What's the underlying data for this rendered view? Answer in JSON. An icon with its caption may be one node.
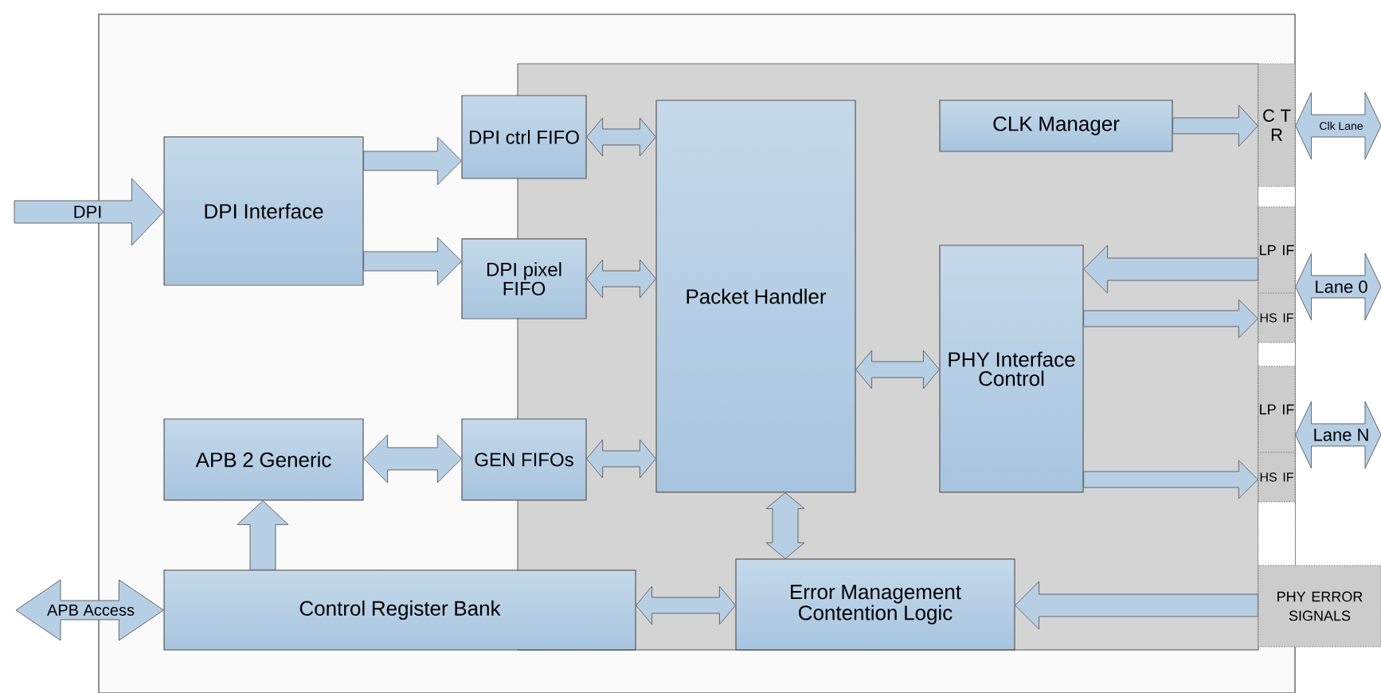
{
  "diagram": {
    "nodes": [
      {
        "text": [
          "DPI Interface"
        ]
      },
      {
        "text": [
          "DPI ctrl FIFO"
        ]
      },
      {
        "text": [
          "DPI pixel FIFO"
        ]
      },
      {
        "text": [
          "Packet Handler"
        ]
      },
      {
        "text": [
          "CLK Manager"
        ]
      },
      {
        "text": [
          "PHY Interface Control"
        ]
      },
      {
        "text": [
          "APB 2 Generic"
        ]
      },
      {
        "text": [
          "GEN FIFOs"
        ]
      },
      {
        "text": [
          "Control Register Bank"
        ]
      },
      {
        "text": [
          "Error Management Contention Logic"
        ]
      },
      {
        "text": [
          "C T R"
        ]
      },
      {
        "text": [
          "LP IF"
        ]
      },
      {
        "text": [
          "HS IF"
        ]
      },
      {
        "text": [
          "LP IF"
        ]
      },
      {
        "text": [
          "HS IF"
        ]
      },
      {
        "text": [
          "PHY ERROR SIGNALS"
        ]
      }
    ],
    "edges": [
      {
        "from": null,
        "to": 0,
        "arrow": "to",
        "label": "DPI"
      },
      {
        "from": 0,
        "to": 1,
        "arrow": "to"
      },
      {
        "from": 0,
        "to": 2,
        "arrow": "to"
      },
      {
        "from": 1,
        "to": 3,
        "arrow": "both"
      },
      {
        "from": 2,
        "to": 3,
        "arrow": "both"
      },
      {
        "from": 7,
        "to": 3,
        "arrow": "both"
      },
      {
        "from": 6,
        "to": 7,
        "arrow": "both"
      },
      {
        "from": 8,
        "to": 6,
        "arrow": "to"
      },
      {
        "from": null,
        "to": 8,
        "arrow": "both",
        "label": "APB Access"
      },
      {
        "from": 3,
        "to": 5,
        "arrow": "both"
      },
      {
        "from": 3,
        "to": 9,
        "arrow": "both"
      },
      {
        "from": 8,
        "to": 9,
        "arrow": "both"
      },
      {
        "from": 4,
        "to": 10,
        "arrow": "to"
      },
      {
        "from": 10,
        "to": null,
        "arrow": "both",
        "label": "Clk Lane"
      },
      {
        "from": 11,
        "to": 5,
        "arrow": "to"
      },
      {
        "from": 5,
        "to": 12,
        "arrow": "to"
      },
      {
        "from": 5,
        "to": 14,
        "arrow": "to"
      },
      {
        "from": 15,
        "to": 9,
        "arrow": "to"
      },
      {
        "from": 11,
        "to": null,
        "arrow": "both",
        "label": "Lane 0"
      },
      {
        "from": 13,
        "to": null,
        "arrow": "both",
        "label": "Lane N"
      }
    ]
  }
}
